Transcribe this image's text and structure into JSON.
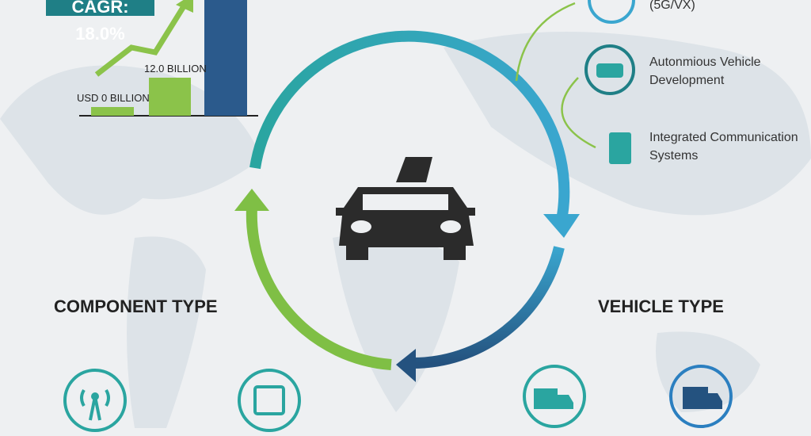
{
  "market_chart": {
    "cagr_label": "CAGR: 18.0%",
    "bar_labels": [
      "USD 0 BILLION",
      "12.0 BILLION"
    ],
    "colors": {
      "green": "#8bc34a",
      "blue": "#2b5a8c",
      "teal": "#1f7f86"
    }
  },
  "features": [
    {
      "label": "(5G/VX)",
      "icon": "connected-car-icon"
    },
    {
      "label_line1": "Autonmious Vehicle",
      "label_line2": "Development",
      "icon": "car-icon"
    },
    {
      "label_line1": "Integrated Communication",
      "label_line2": "Systems",
      "icon": "chip-icon"
    }
  ],
  "sections": {
    "component_type": "COMPONENT TYPE",
    "vehicle_type": "VEHICLE TYPE"
  },
  "bottom_icons": [
    "antenna-icon",
    "chip-icon",
    "truck-icon",
    "electric-truck-icon"
  ],
  "center_icon": "autonomous-car-icon"
}
